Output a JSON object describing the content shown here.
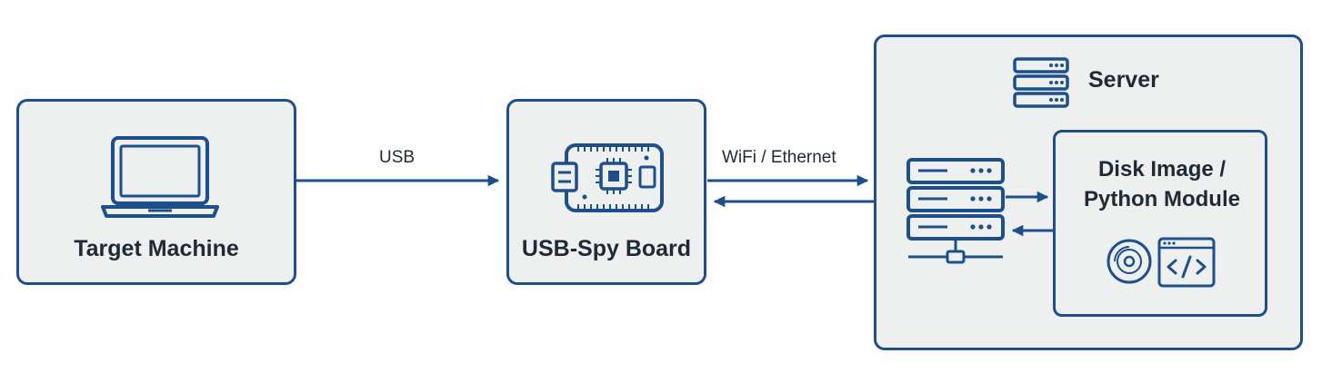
{
  "nodes": {
    "target": {
      "label": "Target Machine",
      "icon": "laptop-icon"
    },
    "spy": {
      "label": "USB-Spy Board",
      "icon": "circuit-board-icon"
    },
    "server": {
      "label": "Server",
      "icon": "server-rack-icon"
    },
    "module": {
      "label_line1": "Disk Image /",
      "label_line2": "Python Module",
      "icons": [
        "disc-icon",
        "code-window-icon"
      ]
    }
  },
  "edges": {
    "usb": {
      "label": "USB"
    },
    "network": {
      "label": "WiFi / Ethernet"
    }
  },
  "colors": {
    "stroke": "#1c4f8c",
    "fill": "#eef0ef",
    "text": "#1f2a36"
  }
}
